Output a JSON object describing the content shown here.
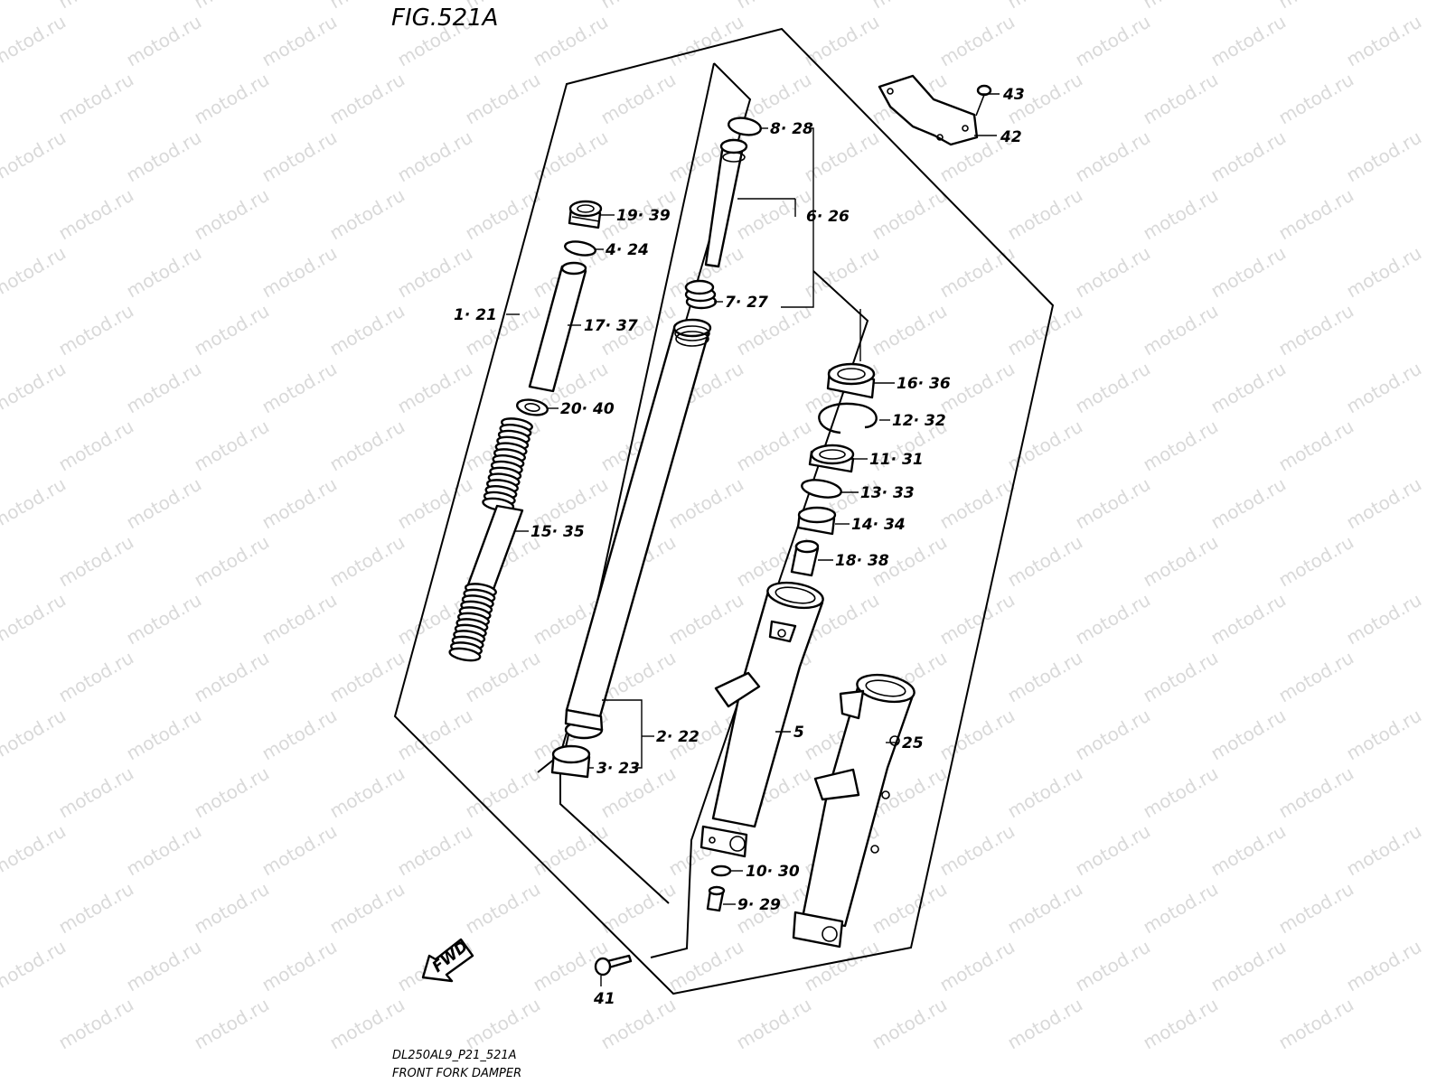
{
  "figure": {
    "title": "FIG.521A",
    "code": "DL250AL9_P21_521A",
    "name": "FRONT FORK DAMPER"
  },
  "watermark": "motod.ru",
  "fwd_label": "FWD",
  "callouts": [
    {
      "id": "c-43",
      "text": "43"
    },
    {
      "id": "c-42",
      "text": "42"
    },
    {
      "id": "c-8-28",
      "text": "8· 28"
    },
    {
      "id": "c-6-26",
      "text": "6· 26"
    },
    {
      "id": "c-19-39",
      "text": "19· 39"
    },
    {
      "id": "c-4-24",
      "text": "4· 24"
    },
    {
      "id": "c-1-21",
      "text": "1· 21"
    },
    {
      "id": "c-17-37",
      "text": "17· 37"
    },
    {
      "id": "c-7-27",
      "text": "7· 27"
    },
    {
      "id": "c-20-40",
      "text": "20· 40"
    },
    {
      "id": "c-16-36",
      "text": "16· 36"
    },
    {
      "id": "c-12-32",
      "text": "12· 32"
    },
    {
      "id": "c-11-31",
      "text": "11· 31"
    },
    {
      "id": "c-13-33",
      "text": "13· 33"
    },
    {
      "id": "c-14-34",
      "text": "14· 34"
    },
    {
      "id": "c-15-35",
      "text": "15· 35"
    },
    {
      "id": "c-18-38",
      "text": "18· 38"
    },
    {
      "id": "c-5",
      "text": "5"
    },
    {
      "id": "c-2-22",
      "text": "2· 22"
    },
    {
      "id": "c-25",
      "text": "25"
    },
    {
      "id": "c-3-23",
      "text": "3· 23"
    },
    {
      "id": "c-10-30",
      "text": "10· 30"
    },
    {
      "id": "c-9-29",
      "text": "9· 29"
    },
    {
      "id": "c-41",
      "text": "41"
    }
  ]
}
